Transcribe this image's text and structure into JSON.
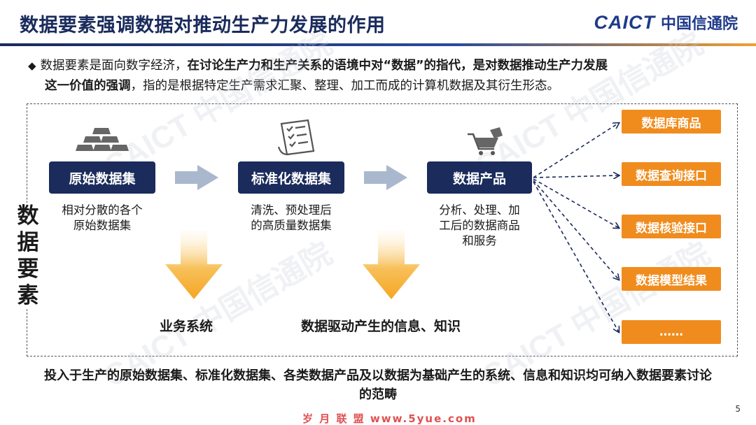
{
  "header": {
    "title": "数据要素强调数据对推动生产力发展的作用",
    "brand_en": "CAICT",
    "brand_cn": "中国信通院"
  },
  "intro": {
    "bullet": "◆",
    "line1_plain": "数据要素是面向数字经济，",
    "line1_bold": "在讨论生产力和生产关系的语境中对“数据”的指代，是对数据推动生产力发展",
    "line2_bold": "这一价值的强调",
    "line2_plain": "，指的是根据特定生产需求汇聚、整理、加工而成的计算机数据及其衍生形态。"
  },
  "side_label": [
    "数",
    "据",
    "要",
    "素"
  ],
  "nodes": [
    {
      "label": "原始数据集",
      "desc": "相对分散的各个原始数据集",
      "icon": "gold-bars-icon"
    },
    {
      "label": "标准化数据集",
      "desc": "清洗、预处理后的高质量数据集",
      "icon": "checklist-document-icon"
    },
    {
      "label": "数据产品",
      "desc": "分析、处理、加工后的数据商品和服务",
      "icon": "shopping-cart-icon"
    }
  ],
  "outputs": [
    "数据库商品",
    "数据查询接口",
    "数据核验接口",
    "数据模型结果",
    "……"
  ],
  "bottom_labels": [
    "业务系统",
    "数据驱动产生的信息、知识"
  ],
  "conclusion": "投入于生产的原始数据集、标准化数据集、各类数据产品及以数据为基础产生的系统、信息和知识均可纳入数据要素讨论的范畴",
  "page_number": "5",
  "watermark": "CAICT 中国信通院",
  "footer_watermark": "岁 月 联 盟  www.5yue.com",
  "colors": {
    "navy": "#1a2b5c",
    "orange": "#f08c1e",
    "arrow_grey": "#a9b8cc",
    "arrow_gold": "#f5a623"
  }
}
